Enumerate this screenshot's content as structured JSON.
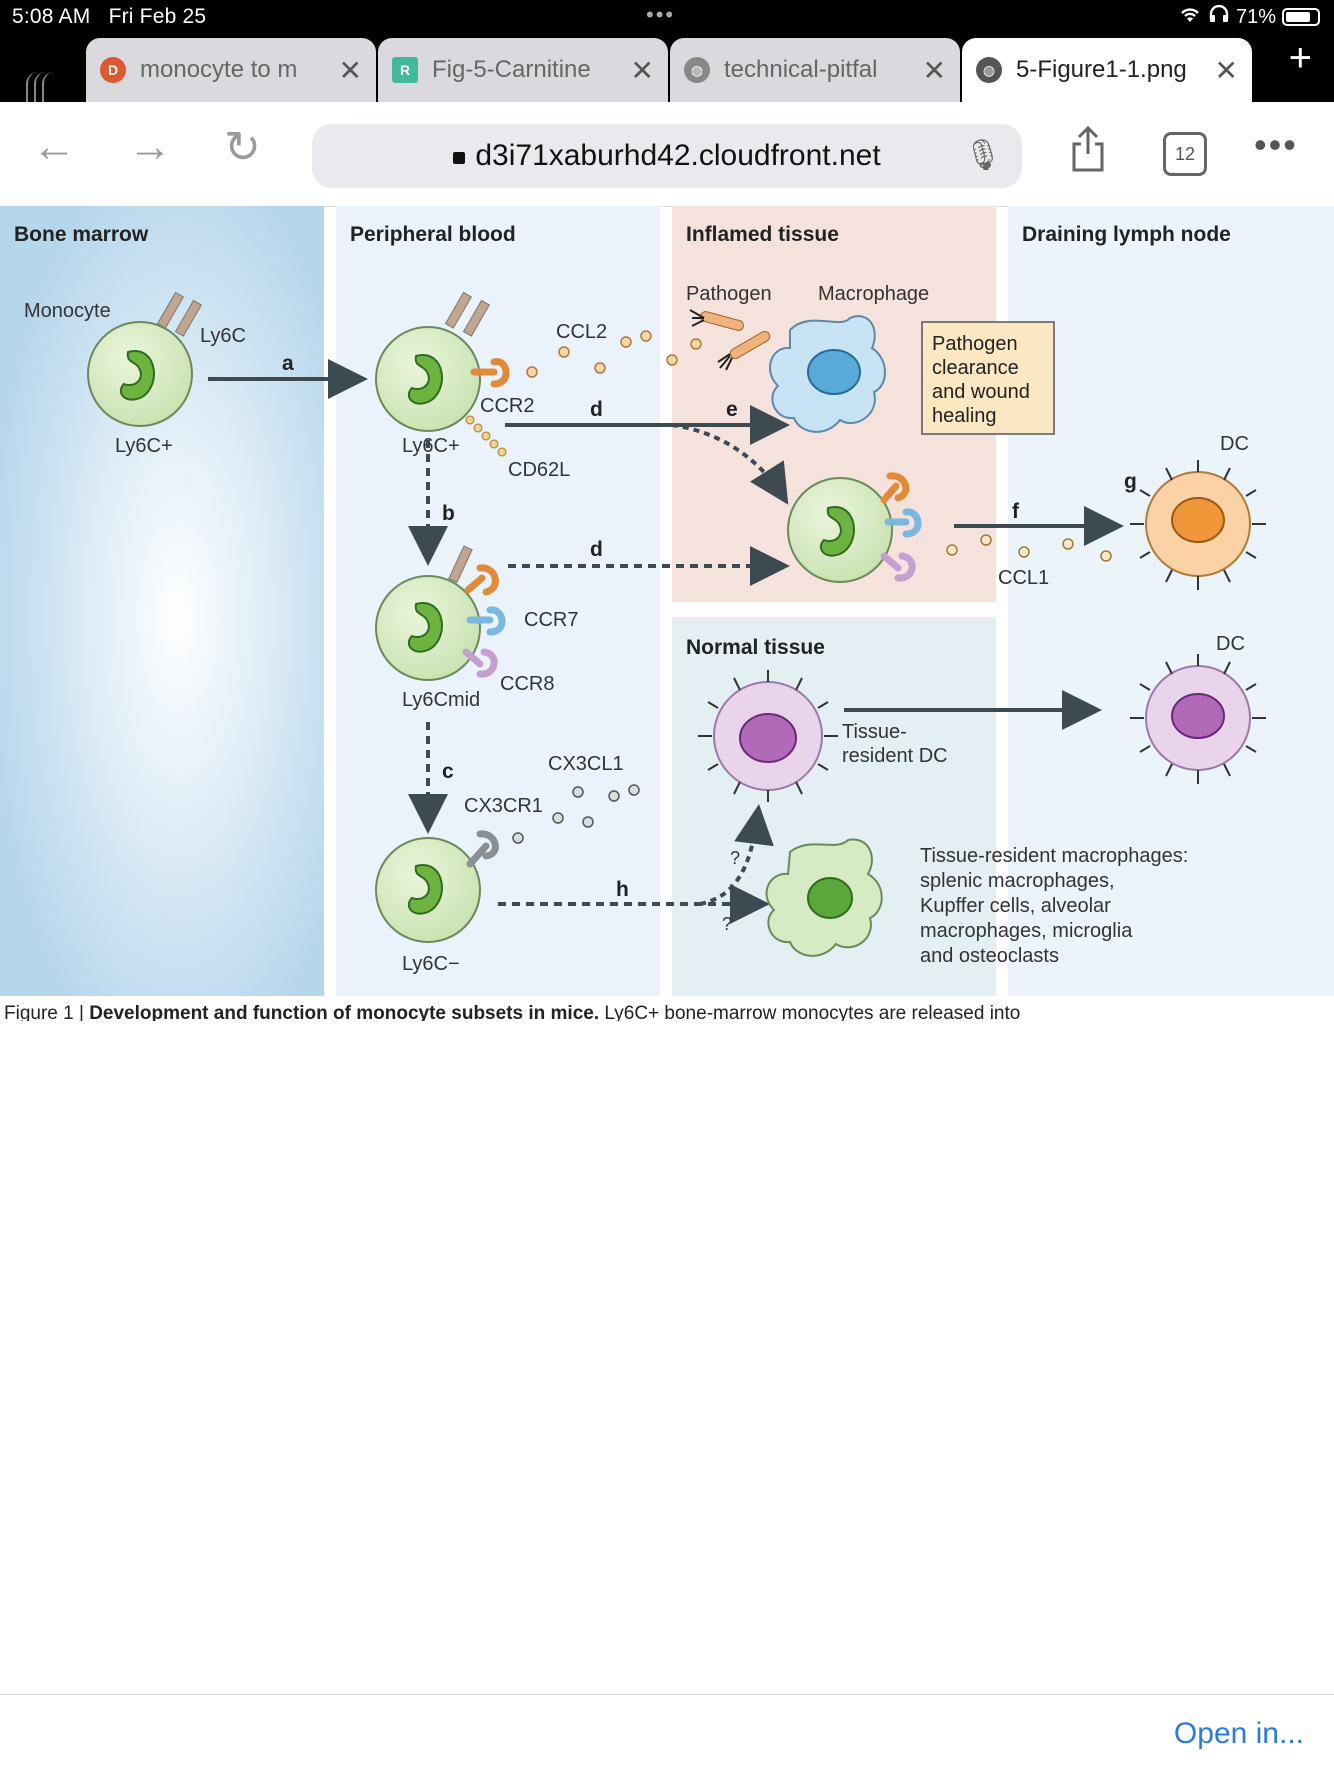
{
  "status": {
    "time": "5:08 AM",
    "date": "Fri Feb 25",
    "battery": "71%"
  },
  "tabs": [
    {
      "title": "monocyte to m",
      "favicon": "duckduckgo-icon",
      "favicon_color": "#de5833"
    },
    {
      "title": "Fig-5-Carnitine",
      "favicon": "researchgate-icon",
      "favicon_color": "#40ba9b"
    },
    {
      "title": "technical-pitfal",
      "favicon": "globe-icon",
      "favicon_color": "#888888"
    },
    {
      "title": "5-Figure1-1.png",
      "favicon": "globe-icon",
      "favicon_color": "#555555"
    }
  ],
  "toolbar": {
    "url": "d3i71xaburhd42.cloudfront.net",
    "tab_count": "12"
  },
  "figure": {
    "panels": {
      "bone_marrow": "Bone marrow",
      "peripheral_blood": "Peripheral blood",
      "inflamed_tissue": "Inflamed tissue",
      "draining_lymph_node": "Draining lymph node",
      "normal_tissue": "Normal tissue"
    },
    "labels": {
      "monocyte": "Monocyte",
      "ly6c": "Ly6C",
      "ly6c_plus": "Ly6C+",
      "ly6c_mid": "Ly6Cmid",
      "ly6c_minus": "Ly6C−",
      "ccr2": "CCR2",
      "cd62l": "CD62L",
      "ccl2": "CCL2",
      "ccr7": "CCR7",
      "ccr8": "CCR8",
      "cx3cl1": "CX3CL1",
      "cx3cr1": "CX3CR1",
      "pathogen": "Pathogen",
      "macrophage": "Macrophage",
      "ccl1": "CCL1",
      "dc": "DC",
      "tissue_resident_dc_1": "Tissue-",
      "tissue_resident_dc_2": "resident DC",
      "question": "?"
    },
    "box": [
      "Pathogen",
      "clearance",
      "and wound",
      "healing"
    ],
    "resident_text": [
      "Tissue-resident macrophages:",
      "splenic macrophages,",
      "Kupffer cells, alveolar",
      "macrophages, microglia",
      "and osteoclasts"
    ],
    "arrows": {
      "a": "a",
      "b": "b",
      "c": "c",
      "d": "d",
      "e": "e",
      "f": "f",
      "g": "g",
      "h": "h"
    },
    "caption_prefix": "Figure 1 | ",
    "caption_bold": "Development and function of monocyte subsets in mice.",
    "caption_rest": " Ly6C+ bone-marrow monocytes are released into"
  },
  "bottom": {
    "open_in": "Open in..."
  }
}
